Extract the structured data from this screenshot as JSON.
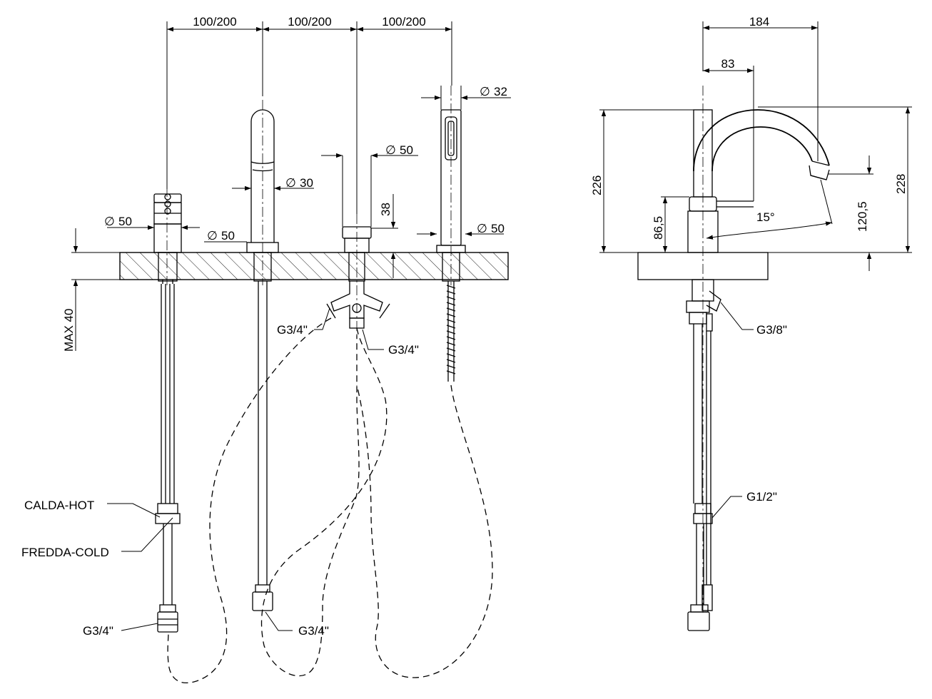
{
  "front_view": {
    "spacing": [
      "100/200",
      "100/200",
      "100/200"
    ],
    "diameters": {
      "mixer": "50",
      "mixer_base": "50",
      "spout": "30",
      "diverter": "50",
      "handshower": "32",
      "handshower_base": "50"
    },
    "symbol": "∅",
    "height_diverter": "38",
    "deck_thickness": "MAX 40",
    "connections": {
      "diverter_left": "G3/4\"",
      "diverter_bottom": "G3/4\"",
      "mixer_bottom": "G3/4\"",
      "spout_bottom": "G3/4\""
    },
    "hot_label": "CALDA-HOT",
    "cold_label": "FREDDA-COLD"
  },
  "side_view": {
    "width_total": "184",
    "width_reach": "83",
    "height_left": "226",
    "height_right": "228",
    "height_outlet": "120,5",
    "height_lever": "86,5",
    "angle": "15°",
    "connection_diverter": "G3/8\"",
    "connection_supply": "G1/2\""
  }
}
